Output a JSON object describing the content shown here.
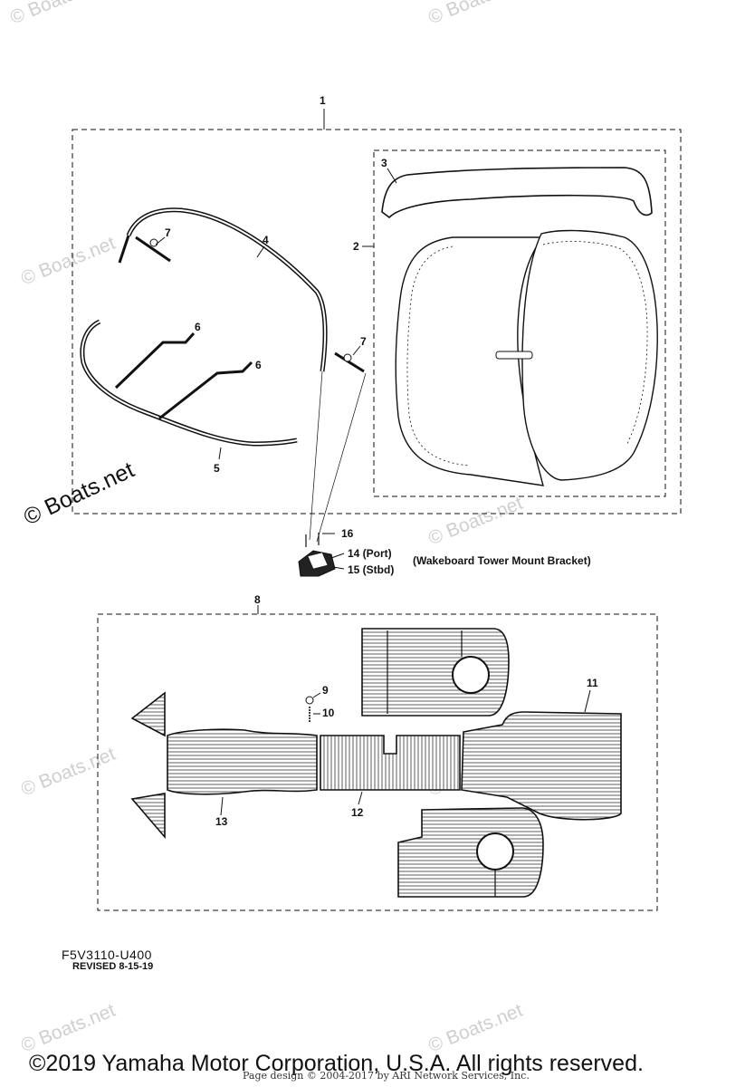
{
  "callouts": {
    "c1": "1",
    "c2": "2",
    "c3": "3",
    "c4": "4",
    "c5": "5",
    "c6a": "6",
    "c6b": "6",
    "c7a": "7",
    "c7b": "7",
    "c8": "8",
    "c9": "9",
    "c10": "10",
    "c11": "11",
    "c12": "12",
    "c13": "13",
    "c14": "14 (Port)",
    "c15": "15 (Stbd)",
    "c16": "16"
  },
  "bracket_caption": "(Wakeboard Tower Mount Bracket)",
  "part_code": "F5V3110-U400",
  "revised": "REVISED 8-15-19",
  "watermark": "© Boats.net",
  "copyright": "©2019 Yamaha Motor Corporation, U.S.A. All rights reserved.",
  "page_design": "Page design © 2004-2017 by ARI Network Services, Inc.",
  "colors": {
    "line": "#111111",
    "watermark": "#cfcfcf"
  }
}
